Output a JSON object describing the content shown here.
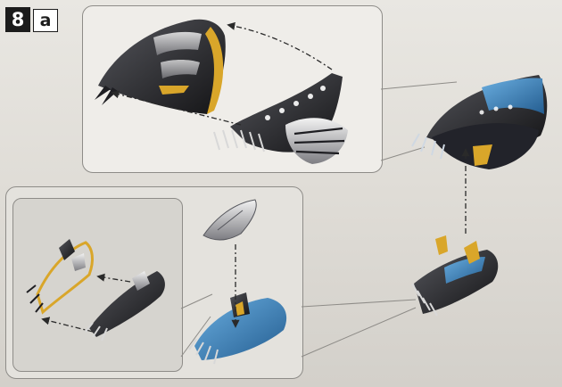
{
  "step": {
    "number": "8",
    "sub": "a"
  },
  "colors": {
    "background": "#e2e0db",
    "part_black": "#1e1e22",
    "part_gray": "#9a9a9e",
    "part_blue": "#3b7fb8",
    "part_gold": "#d9a62a",
    "guide_line": "#2a2a2a"
  },
  "icons": [
    "step-number-badge",
    "assembly-arrow"
  ]
}
